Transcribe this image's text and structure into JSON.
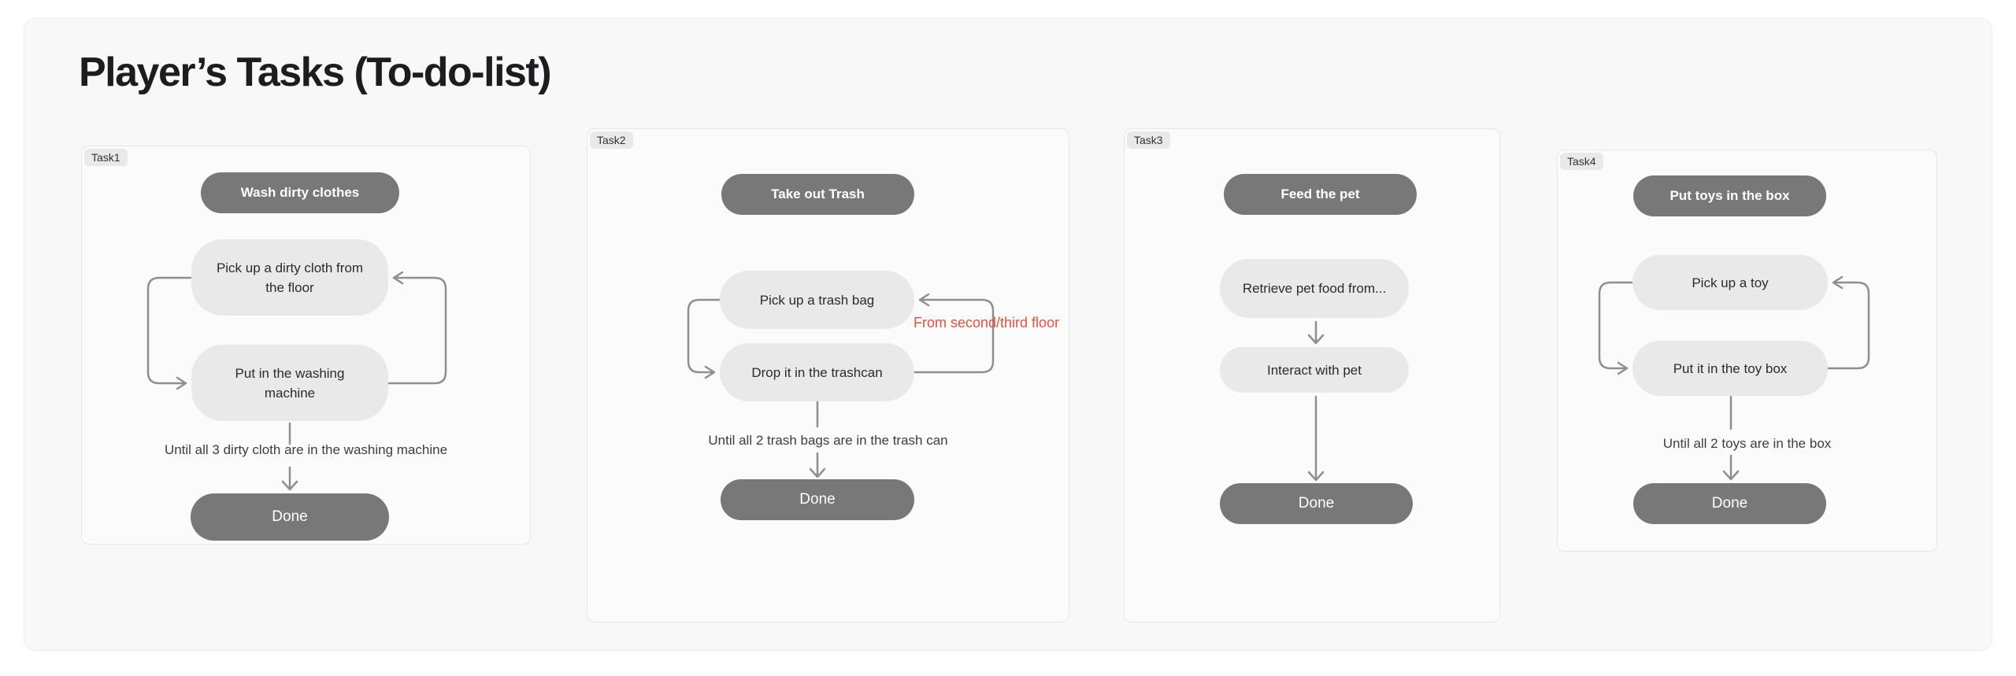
{
  "page": {
    "title": "Player’s Tasks (To-do-list)"
  },
  "colors": {
    "header_pill": "#787878",
    "step_pill": "#e9e9ea",
    "done_pill": "#787878",
    "arrow": "#8f8f92",
    "annotation": "#e0523c",
    "group_border": "#e7e7e9",
    "panel_bg": "#f8f8f9"
  },
  "tasks": [
    {
      "badge": "Task1",
      "header": "Wash dirty clothes",
      "steps": [
        "Pick up a dirty cloth from\nthe floor",
        "Put in the washing\nmachine"
      ],
      "loop_note": "Until all 3 dirty cloth are in the washing machine",
      "done": "Done"
    },
    {
      "badge": "Task2",
      "header": "Take out Trash",
      "steps": [
        "Pick up a trash bag",
        "Drop it in the trashcan"
      ],
      "annotation": "From second/third floor",
      "loop_note": "Until all 2 trash bags are in the trash can",
      "done": "Done"
    },
    {
      "badge": "Task3",
      "header": "Feed the pet",
      "steps": [
        "Retrieve pet food from...",
        "Interact with pet"
      ],
      "done": "Done"
    },
    {
      "badge": "Task4",
      "header": "Put toys in the box",
      "steps": [
        "Pick up a toy",
        "Put it in the toy box"
      ],
      "loop_note": "Until all 2 toys are in the box",
      "done": "Done"
    }
  ]
}
